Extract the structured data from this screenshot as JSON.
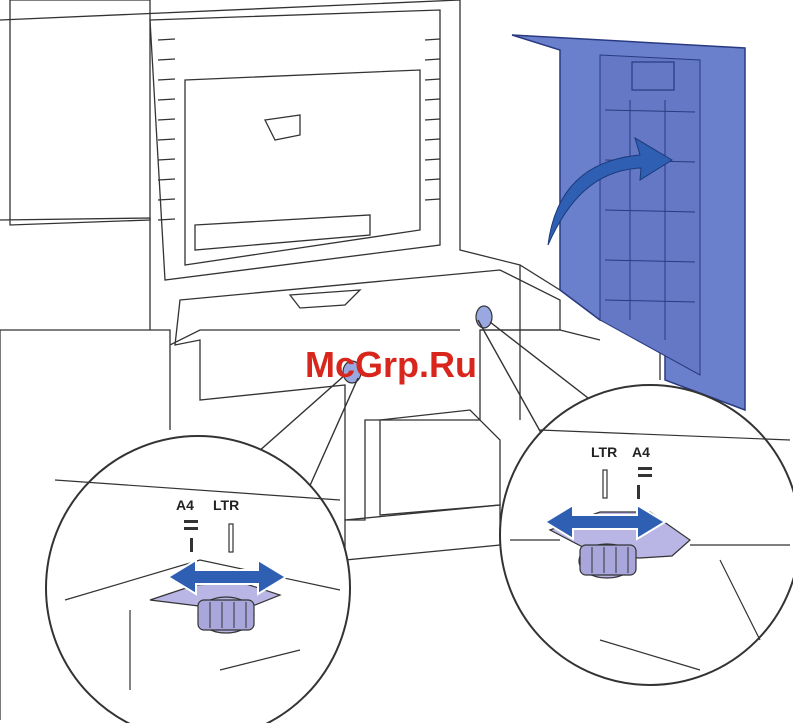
{
  "watermark": "McGrp.Ru",
  "left_callout": {
    "label_a4": "A4",
    "label_ltr": "LTR"
  },
  "right_callout": {
    "label_ltr": "LTR",
    "label_a4": "A4"
  },
  "colors": {
    "door_blue": "#6a80cc",
    "arrow_blue": "#2f5fb3",
    "guide_lavender": "#b9b6e6",
    "line": "#333333",
    "watermark_red": "#d9261c"
  },
  "icons": [
    "open-door-arrow-icon",
    "adjust-left-right-arrow-icon"
  ]
}
